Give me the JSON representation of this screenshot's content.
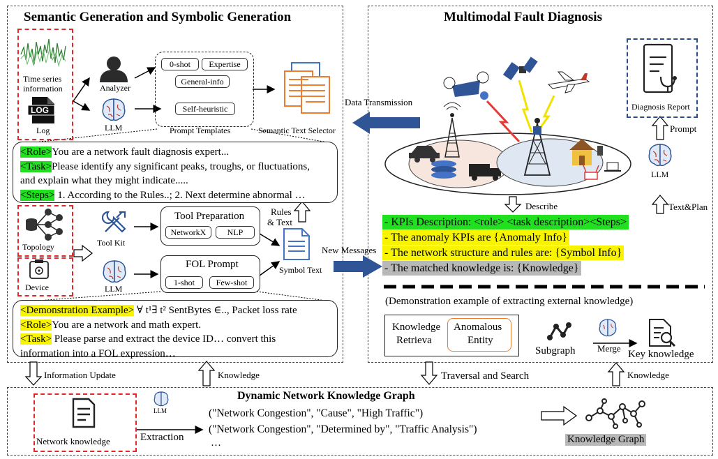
{
  "left_panel": {
    "title": "Semantic Generation and Symbolic Generation",
    "time_series_label_1": "Time series",
    "time_series_label_2": "information",
    "log_label": "Log",
    "log_icon_text": "LOG",
    "analyzer_label": "Analyzer",
    "llm_label": "LLM",
    "prompt_methods": [
      "0-shot",
      "Expertise",
      "General-info",
      "Self-heuristic"
    ],
    "prompt_templates_label": "Prompt Templates",
    "semantic_text_selector_label": "Semantic Text Selector",
    "semantic_prompt": {
      "role_tag": "<Role>",
      "role_text": "You are a network fault diagnosis expert...",
      "task_tag": "<Task>",
      "task_text_1": "Please identify any significant peaks, troughs, or fluctuations,",
      "task_text_2": "and explain what they might indicate.....",
      "steps_tag": "<Steps>",
      "steps_text": " 1. According to the Rules..; 2. Next determine abnormal …"
    },
    "topology_label": "Topology",
    "device_label": "Device",
    "tool_kit_label": "Tool Kit",
    "llm_label_2": "LLM",
    "tool_preparation_title": "Tool Preparation",
    "tool_preparation_items": [
      "NetworkX",
      "NLP"
    ],
    "fol_prompt_title": "FOL Prompt",
    "fol_prompt_items": [
      "1-shot",
      "Few-shot"
    ],
    "rules_text_label_1": "Rules",
    "rules_text_label_2": "& Text",
    "symbol_text_label": "Symbol Text",
    "symbolic_prompt": {
      "demo_tag": "<Demonstration Example>",
      "demo_text": " ∀ t¹∃ t² SentBytes ∈.., Packet loss rate",
      "role_tag": "<Role>",
      "role_text": "You are a network and math expert.",
      "task_tag": "<Task>",
      "task_text_1": " Please parse and extract the device ID… convert this",
      "task_text_2": "information into a FOL expression…"
    }
  },
  "right_panel": {
    "title": "Multimodal Fault Diagnosis",
    "diagnosis_report_label": "Diagnosis Report",
    "prompt_label": "Prompt",
    "llm_label": "LLM",
    "text_plan_label": "Text&Plan",
    "describe_label": "Describe",
    "knowledge_lines": [
      "- KPIs Description: <role> <task description><Steps>",
      "- The anomaly KPIs are {Anomaly Info}",
      "- The network structure and rules are: {Symbol Info}",
      "- The matched knowledge is: {Knowledge}"
    ],
    "demo_extract_label": "(Demonstration example of extracting external knowledge)",
    "knowledge_retrieval_label_1": "Knowledge",
    "knowledge_retrieval_label_2": "Retrieva",
    "anomalous_entity_label_1": "Anomalous",
    "anomalous_entity_label_2": "Entity",
    "subgraph_label": "Subgraph",
    "merge_label": "Merge",
    "key_knowledge_label": "Key knowledge"
  },
  "middle": {
    "data_transmission_label": "Data Transmission",
    "new_messages_label": "New Messages"
  },
  "bottom_panel": {
    "title": "Dynamic Network Knowledge Graph",
    "network_knowledge_label": "Network knowledge",
    "llm_label": "LLM",
    "extraction_label": "Extraction",
    "triples": [
      "(\"Network Congestion\", \"Cause\", \"High Traffic\")",
      "(\"Network Congestion\", \"Determined by\", \"Traffic Analysis\")",
      "…"
    ],
    "knowledge_graph_label": "Knowledge Graph"
  },
  "flow_labels": {
    "information_update": "Information Update",
    "knowledge_left": "Knowledge",
    "traversal_search": "Traversal and Search",
    "knowledge_right": "Knowledge"
  }
}
